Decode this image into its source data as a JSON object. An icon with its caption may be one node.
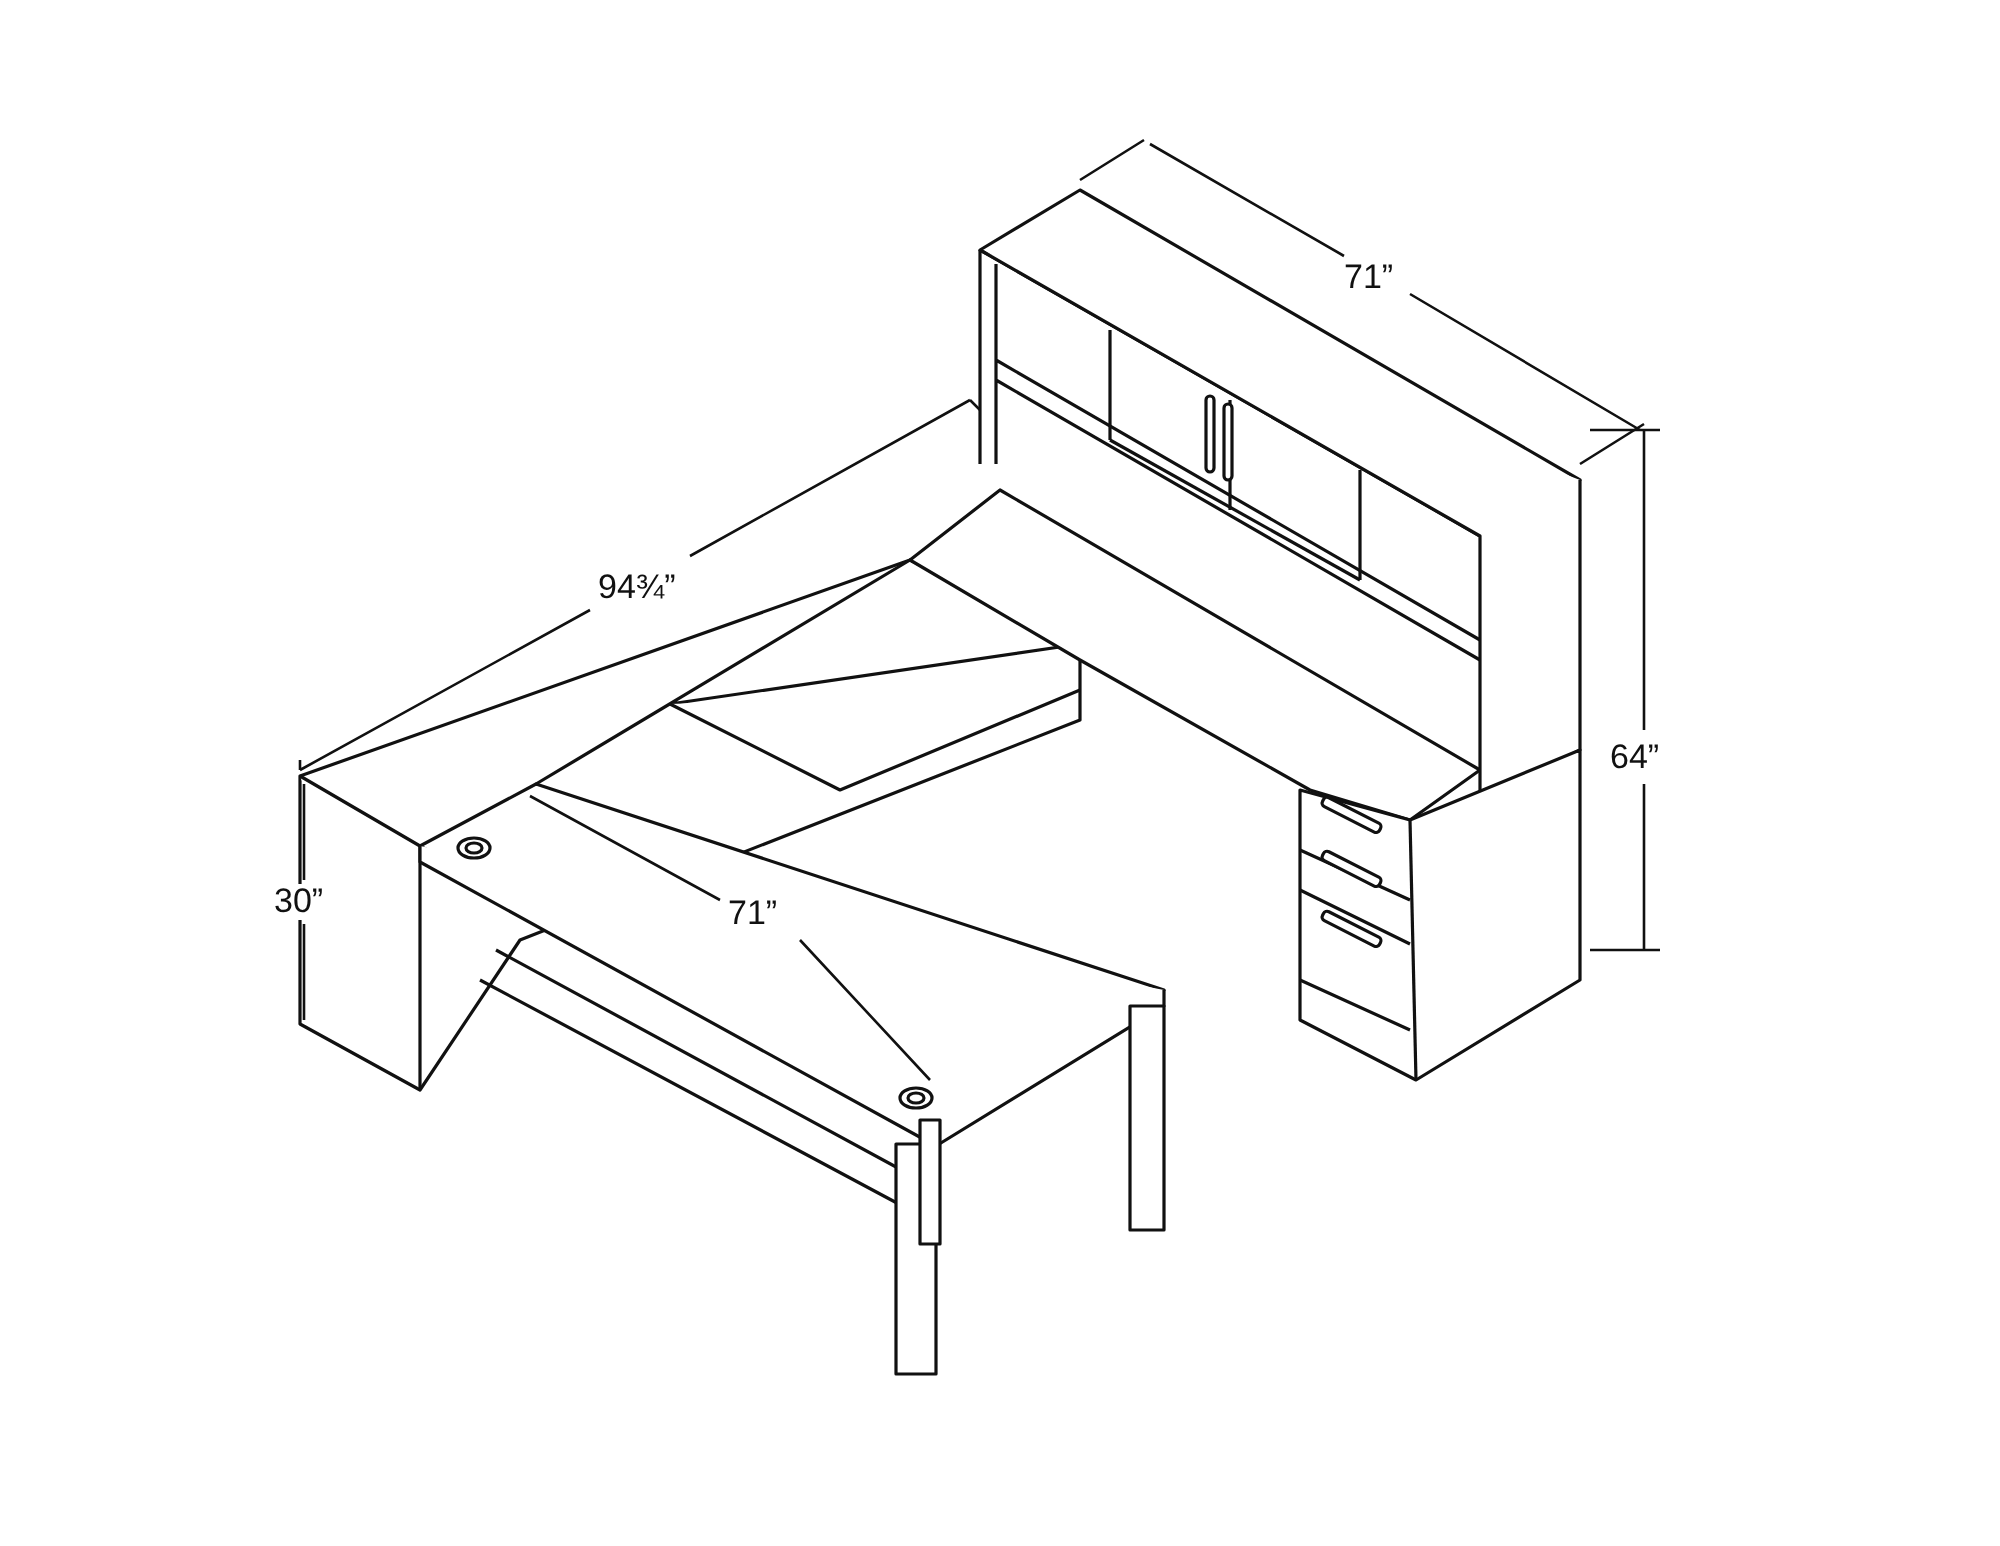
{
  "diagram": {
    "labels": [
      "71”",
      "94¾”",
      "64”",
      "30”",
      "71”"
    ]
  }
}
